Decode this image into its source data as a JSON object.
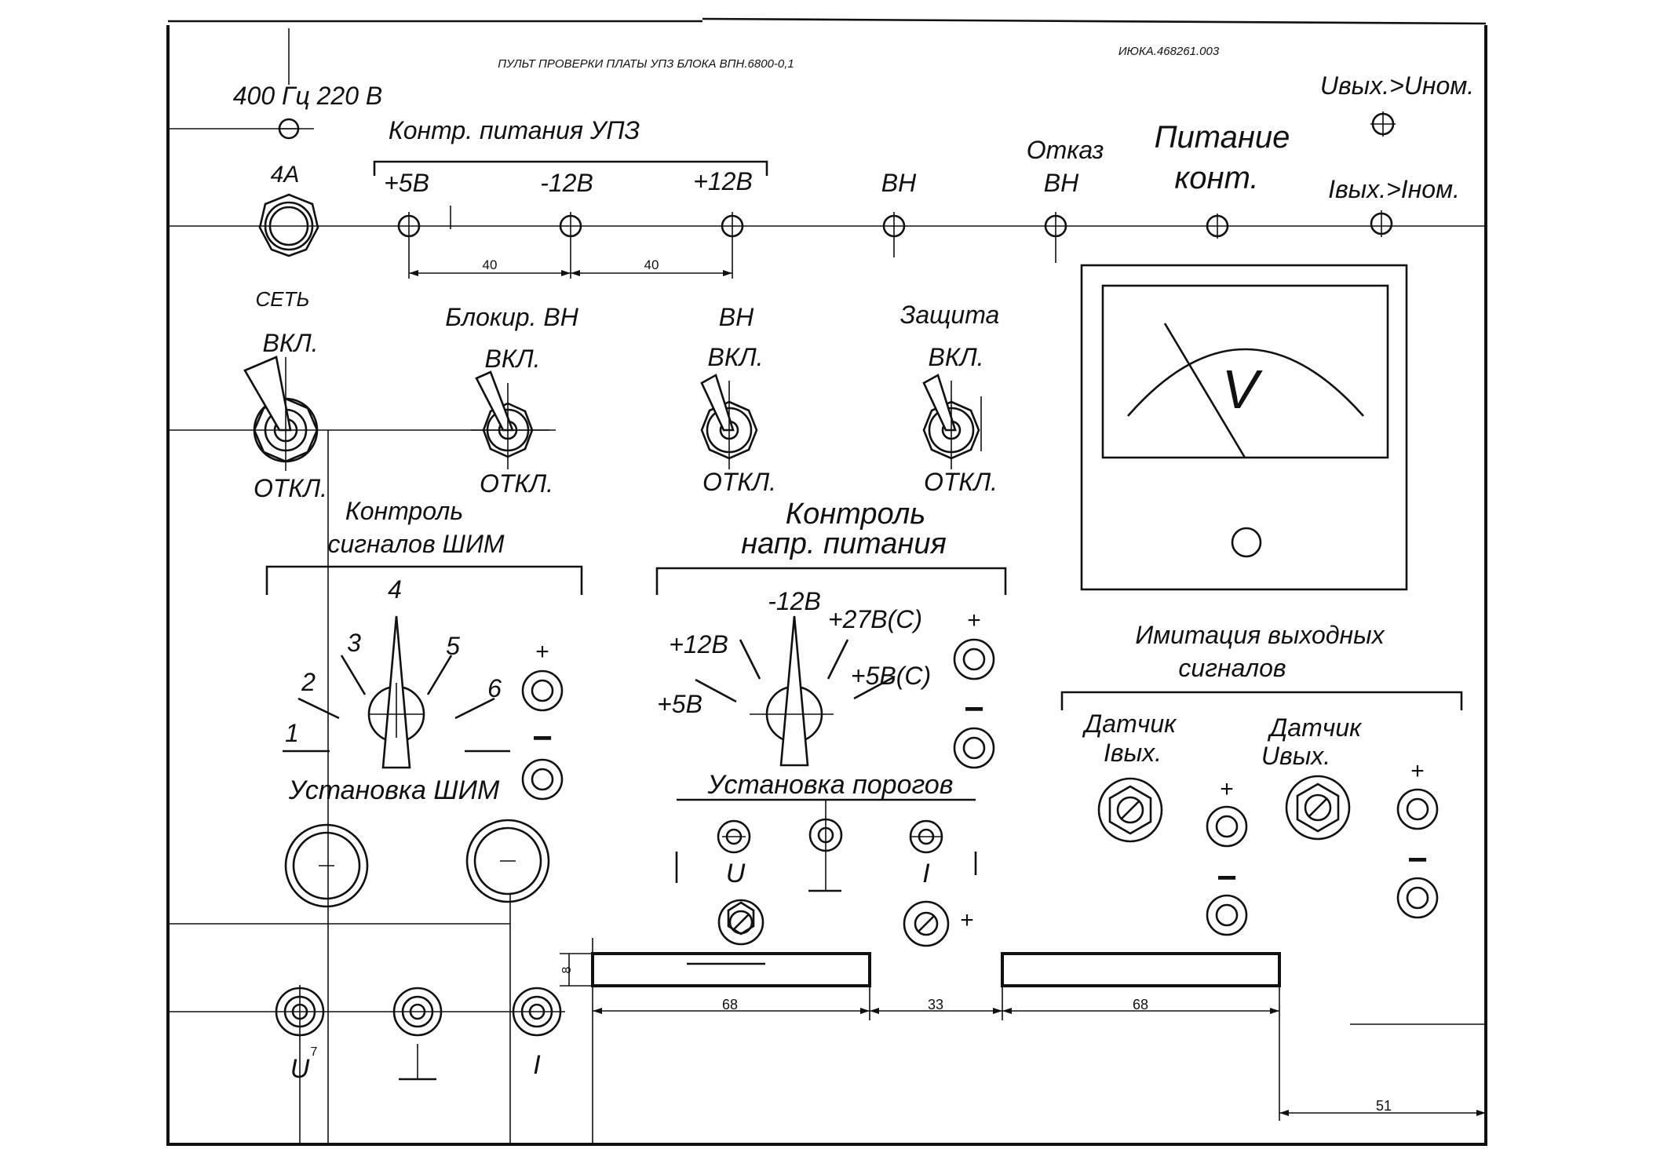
{
  "header": {
    "title": "ПУЛЬТ ПРОВЕРКИ ПЛАТЫ УПЗ БЛОКА ВПН.6800-0,1",
    "doc_number": "ИЮКА.468261.003"
  },
  "power": {
    "mains": "400 Гц 220 В",
    "fuse": "4А",
    "network": "СЕТЬ"
  },
  "upz_supply": {
    "title": "Контр. питания УПЗ",
    "p5": "+5В",
    "m12": "-12В",
    "p12": "+12В"
  },
  "indicators": {
    "vn": "ВН",
    "fail_1": "Отказ",
    "fail_2": "ВН",
    "pwr_1": "Питание",
    "pwr_2": "конт.",
    "u_over": "Uвых.>Uном.",
    "i_over": "Iвых.>Iном."
  },
  "switches": {
    "on": "ВКЛ.",
    "off": "ОТКЛ.",
    "block_vn": "Блокир. ВН",
    "vn": "ВН",
    "protect": "Защита"
  },
  "pwm": {
    "title_1": "Контроль",
    "title_2": "сигналов  ШИМ",
    "positions": [
      "1",
      "2",
      "3",
      "4",
      "5",
      "6"
    ],
    "setting": "Установка  ШИМ"
  },
  "supply_ctrl": {
    "title_1": "Контроль",
    "title_2": "напр. питания",
    "positions": [
      "+5В",
      "+12В",
      "-12В",
      "+27В(С)",
      "+5В(С)"
    ],
    "thresholds": "Установка  порогов",
    "u": "U",
    "i": "I"
  },
  "meter": {
    "symbol": "V"
  },
  "imitation": {
    "title_1": "Имитация  выходных",
    "title_2": "сигналов",
    "sensor_i_1": "Датчик",
    "sensor_i_2": "Iвых.",
    "sensor_u_1": "Датчик",
    "sensor_u_2": "Uвых."
  },
  "polarity": {
    "plus": "+",
    "minus": "−"
  },
  "bottom": {
    "u": "U",
    "i": "I"
  },
  "dims": {
    "d40a": "40",
    "d40b": "40",
    "d68a": "68",
    "d33": "33",
    "d68b": "68",
    "d8": "8",
    "d51": "51",
    "d7": "7"
  }
}
